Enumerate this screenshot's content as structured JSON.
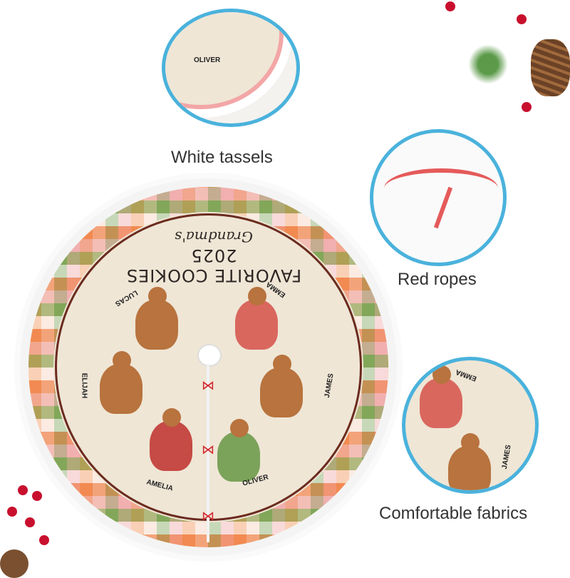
{
  "skirt": {
    "script_title": "Grandma's",
    "title": "FAVORITE COOKIES 2025",
    "names": [
      "LUCAS",
      "EMMA",
      "ELIJAH",
      "JAMES",
      "AMELIA",
      "OLIVER"
    ]
  },
  "features": [
    {
      "label": "White tassels",
      "detail_text": "OLIVER"
    },
    {
      "label": "Red ropes"
    },
    {
      "label": "Comfortable fabrics",
      "detail_text": [
        "EMMA",
        "JAMES"
      ]
    }
  ],
  "colors": {
    "accent_ring": "#4ab2dc",
    "rope": "#d2242a",
    "cookie": "#b8733e"
  }
}
